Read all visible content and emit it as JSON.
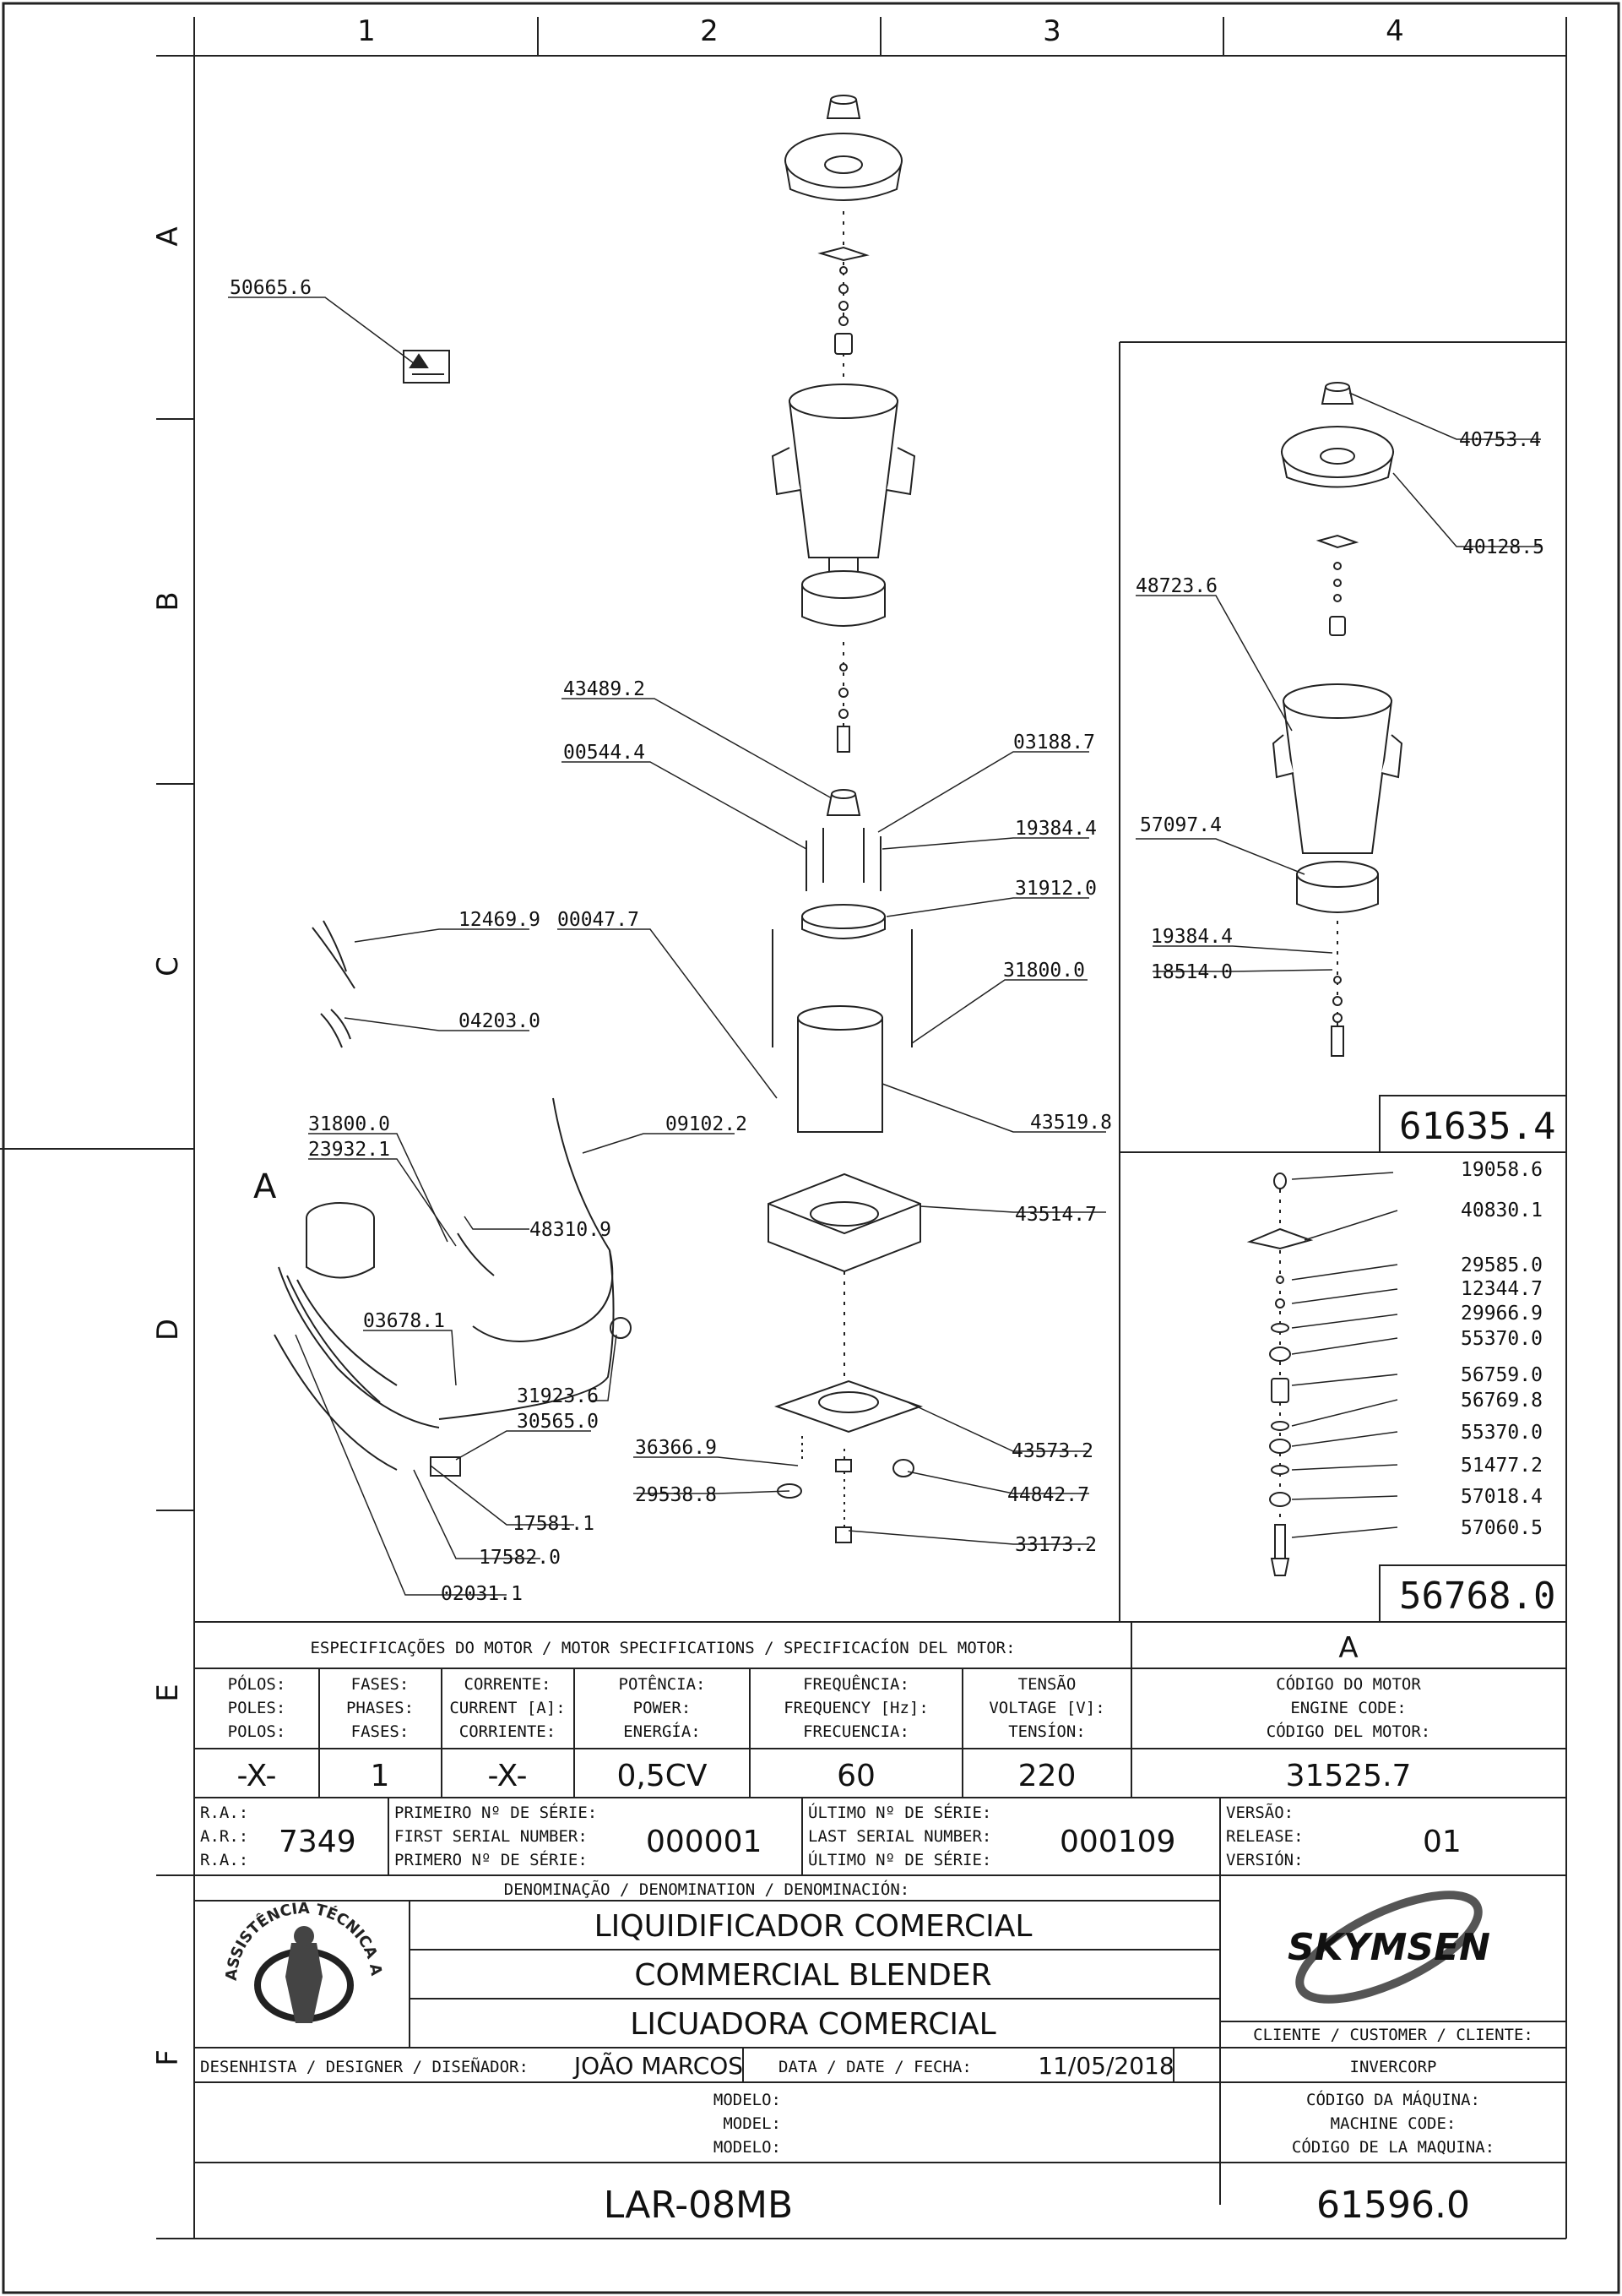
{
  "grid": {
    "columns": [
      "1",
      "2",
      "3",
      "4"
    ],
    "rows": [
      "A",
      "B",
      "C",
      "D",
      "E",
      "F"
    ]
  },
  "part_numbers": {
    "p50665_6": "50665.6",
    "p43489_2": "43489.2",
    "p00544_4": "00544.4",
    "p03188_7": "03188.7",
    "p19384_4a": "19384.4",
    "p31912_0": "31912.0",
    "p00047_7": "00047.7",
    "p31800_0a": "31800.0",
    "p12469_9": "12469.9",
    "p04203_0": "04203.0",
    "p09102_2": "09102.2",
    "p43519_8": "43519.8",
    "p31800_0b": "31800.0",
    "p23932_1": "23932.1",
    "p48310_9": "48310.9",
    "p43514_7": "43514.7",
    "p03678_1": "03678.1",
    "p31923_6": "31923.6",
    "p30565_0": "30565.0",
    "p36366_9": "36366.9",
    "p43573_2": "43573.2",
    "p29538_8": "29538.8",
    "p44842_7": "44842.7",
    "p17581_1": "17581.1",
    "p17582_0": "17582.0",
    "p33173_2": "33173.2",
    "p02031_1": "02031.1",
    "p40753_4": "40753.4",
    "p40128_5": "40128.5",
    "p48723_6": "48723.6",
    "p57097_4": "57097.4",
    "p19384_4b": "19384.4",
    "p18514_0": "18514.0",
    "kit_61635_4": "61635.4",
    "p19058_6": "19058.6",
    "p40830_1": "40830.1",
    "p29585_0": "29585.0",
    "p12344_7": "12344.7",
    "p29966_9": "29966.9",
    "p55370_0a": "55370.0",
    "p56759_0": "56759.0",
    "p56769_8": "56769.8",
    "p55370_0b": "55370.0",
    "p51477_2": "51477.2",
    "p57018_4": "57018.4",
    "p57060_5": "57060.5",
    "kit_56768_0": "56768.0",
    "detail_letter": "A"
  },
  "spec": {
    "title": "ESPECIFICAÇÕES DO MOTOR / MOTOR SPECIFICATIONS / SPECIFICACÍON DEL MOTOR:",
    "detail": "A",
    "cols": [
      {
        "l1": "PÓLOS:",
        "l2": "POLES:",
        "l3": "POLOS:",
        "value": "-X-"
      },
      {
        "l1": "FASES:",
        "l2": "PHASES:",
        "l3": "FASES:",
        "value": "1"
      },
      {
        "l1": "CORRENTE:",
        "l2": "CURRENT [A]:",
        "l3": "CORRIENTE:",
        "value": "-X-"
      },
      {
        "l1": "POTÊNCIA:",
        "l2": "POWER:",
        "l3": "ENERGÍA:",
        "value": "0,5CV"
      },
      {
        "l1": "FREQUÊNCIA:",
        "l2": "FREQUENCY [Hz]:",
        "l3": "FRECUENCIA:",
        "value": "60"
      },
      {
        "l1": "TENSÃO",
        "l2": "VOLTAGE [V]:",
        "l3": "TENSÍON:",
        "value": "220"
      },
      {
        "l1": "CÓDIGO DO MOTOR",
        "l2": "ENGINE CODE:",
        "l3": "CÓDIGO DEL MOTOR:",
        "value": "31525.7"
      }
    ]
  },
  "serial": {
    "ra1": "R.A.:",
    "ra2": "A.R.:",
    "ra3": "R.A.:",
    "ra_value": "7349",
    "first1": "PRIMEIRO Nº DE SÉRIE:",
    "first2": "FIRST SERIAL NUMBER:",
    "first3": "PRIMERO Nº DE SÉRIE:",
    "first_value": "000001",
    "last1": "ÚLTIMO Nº DE SÉRIE:",
    "last2": "LAST SERIAL NUMBER:",
    "last3": "ÚLTIMO Nº DE SÉRIE:",
    "last_value": "000109",
    "ver1": "VERSÃO:",
    "ver2": "RELEASE:",
    "ver3": "VERSIÓN:",
    "ver_value": "01"
  },
  "title_block": {
    "denomination_label": "DENOMINAÇÃO / DENOMINATION / DENOMINACIÓN:",
    "name_pt": "LIQUIDIFICADOR COMERCIAL",
    "name_en": "COMMERCIAL BLENDER",
    "name_es": "LICUADORA COMERCIAL",
    "stamp_text": "ASSISTÊNCIA TÉCNICA AUTORIZADA",
    "brand": "SKYMSEN",
    "customer_label": "CLIENTE / CUSTOMER / CLIENTE:",
    "customer_value": "INVERCORP",
    "designer_label": "DESENHISTA / DESIGNER / DISEÑADOR:",
    "designer_value": "JOÃO MARCOS",
    "date_label": "DATA / DATE / FECHA:",
    "date_value": "11/05/2018",
    "model1": "MODELO:",
    "model2": "MODEL:",
    "model3": "MODELO:",
    "model_value": "LAR-08MB",
    "mcode1": "CÓDIGO DA MÁQUINA:",
    "mcode2": "MACHINE CODE:",
    "mcode3": "CÓDIGO DE LA MAQUINA:",
    "machine_code": "61596.0"
  }
}
